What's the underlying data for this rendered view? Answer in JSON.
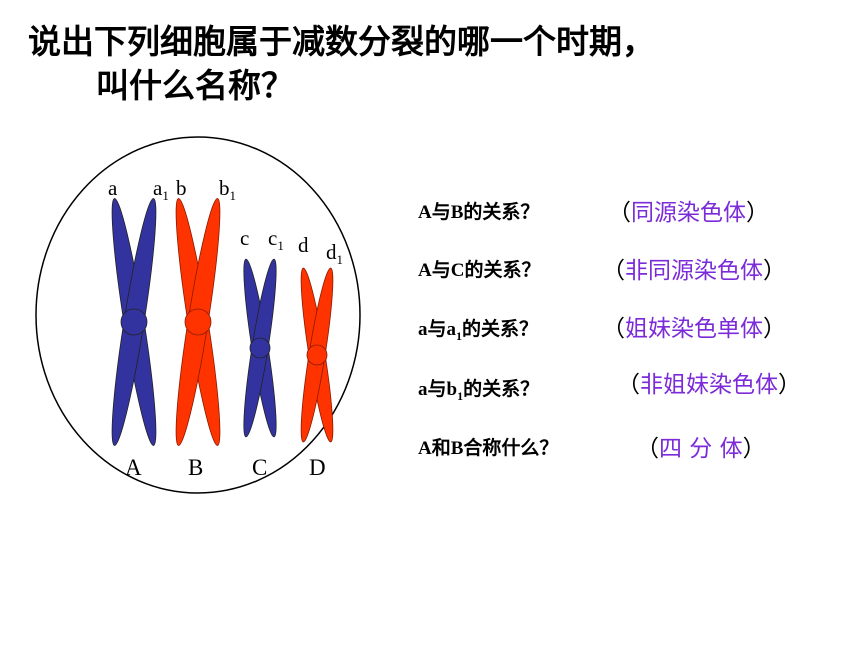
{
  "title": {
    "line1": "说出下列细胞属于减数分裂的哪一个时期，",
    "line2": "叫什么名称？"
  },
  "chromosomes": {
    "labels": [
      "A",
      "B",
      "C",
      "D"
    ],
    "chromatid_labels": {
      "a": "a",
      "a1": "a",
      "a1_sub": "1",
      "b": "b",
      "b1": "b",
      "b1_sub": "1",
      "c": "c",
      "c1": "c",
      "c1_sub": "1",
      "d": "d",
      "d1": "d",
      "d1_sub": "1"
    },
    "colors": {
      "blue": "#3333a0",
      "red": "#ff3300"
    }
  },
  "questions": [
    {
      "pre": "A与B的关系？",
      "sub": "",
      "post": "",
      "answer": "同源染色体"
    },
    {
      "pre": "A与C的关系？",
      "sub": "",
      "post": "",
      "answer": "非同源染色体"
    },
    {
      "pre": "a与a",
      "sub": "1",
      "post": "的关系？",
      "answer": "姐妹染色单体"
    },
    {
      "pre": "a与b",
      "sub": "1",
      "post": "的关系？",
      "answer": "非姐妹染色体"
    },
    {
      "pre": "A和B合称什么？",
      "sub": "",
      "post": "",
      "answer": "四 分 体"
    }
  ],
  "brackets": {
    "open": "（",
    "close": "）"
  },
  "accent_color": "#7b2bd8"
}
